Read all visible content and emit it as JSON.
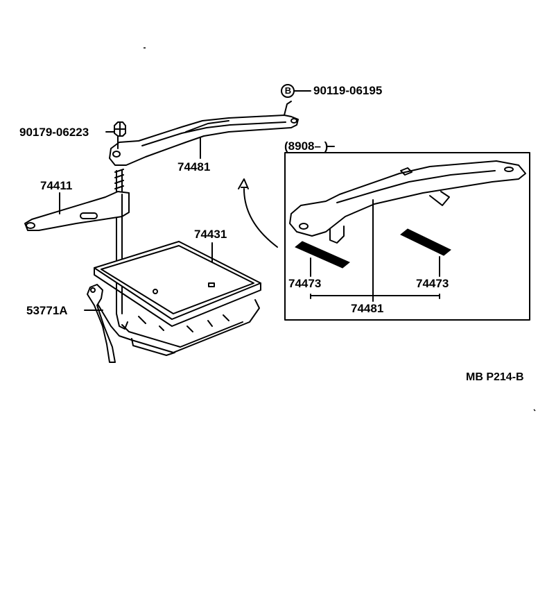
{
  "labels": {
    "p90119": "90119-06195",
    "p90179": "90179-06223",
    "p74481_main": "74481",
    "p74411": "74411",
    "p74431": "74431",
    "p53771A": "53771A",
    "date_range": "(8908–        )",
    "p74473_left": "74473",
    "p74473_right": "74473",
    "p74481_inset": "74481",
    "drawing_code": "MB P214-B",
    "circle_letter": "B"
  }
}
